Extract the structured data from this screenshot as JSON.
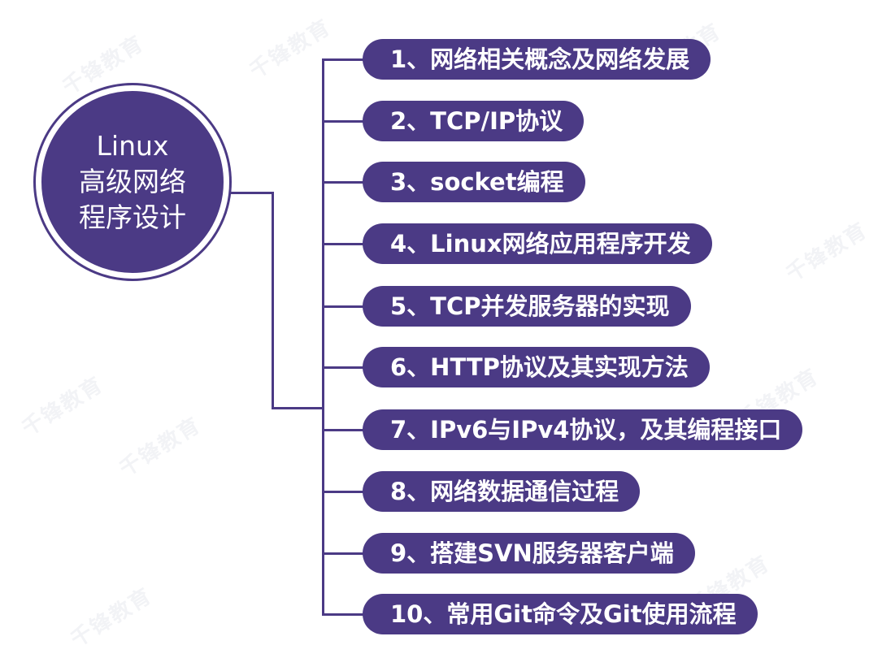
{
  "root": {
    "lines": [
      "Linux",
      "高级网络",
      "程序设计"
    ]
  },
  "items": [
    {
      "label": "1、网络相关概念及网络发展"
    },
    {
      "label": "2、TCP/IP协议"
    },
    {
      "label": "3、socket编程"
    },
    {
      "label": "4、Linux网络应用程序开发"
    },
    {
      "label": "5、TCP并发服务器的实现"
    },
    {
      "label": "6、HTTP协议及其实现方法"
    },
    {
      "label": "7、IPv6与IPv4协议，及其编程接口"
    },
    {
      "label": "8、网络数据通信过程"
    },
    {
      "label": "9、搭建SVN服务器客户端"
    },
    {
      "label": "10、常用Git命令及Git使用流程"
    }
  ],
  "watermark": {
    "text": "千锋教育"
  },
  "colors": {
    "primary": "#4b3a85",
    "text": "#ffffff"
  }
}
